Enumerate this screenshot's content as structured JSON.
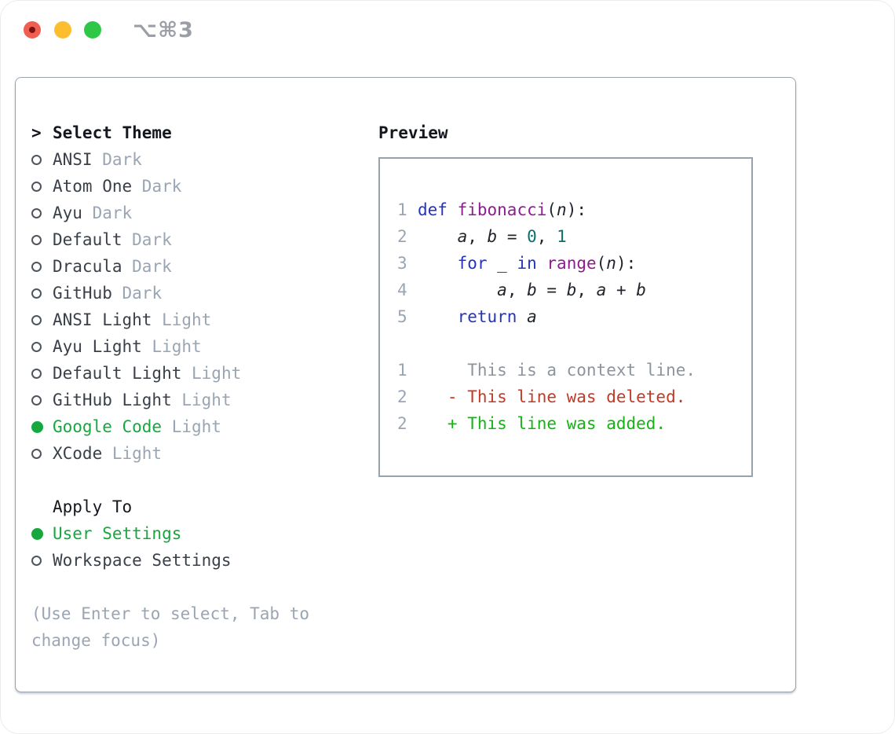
{
  "window": {
    "title": "⌥⌘3",
    "traffic_lights": [
      "close",
      "minimize",
      "zoom"
    ],
    "traffic_colors": {
      "red": "#f05e51",
      "yellow": "#fcbd2e",
      "green": "#2fc748"
    }
  },
  "theme_panel": {
    "header": {
      "marker": ">",
      "label": "Select Theme"
    },
    "themes": [
      {
        "name": "ANSI",
        "variant": "Dark",
        "selected": false
      },
      {
        "name": "Atom One",
        "variant": "Dark",
        "selected": false
      },
      {
        "name": "Ayu",
        "variant": "Dark",
        "selected": false
      },
      {
        "name": "Default",
        "variant": "Dark",
        "selected": false
      },
      {
        "name": "Dracula",
        "variant": "Dark",
        "selected": false
      },
      {
        "name": "GitHub",
        "variant": "Dark",
        "selected": false
      },
      {
        "name": "ANSI Light",
        "variant": "Light",
        "selected": false
      },
      {
        "name": "Ayu Light",
        "variant": "Light",
        "selected": false
      },
      {
        "name": "Default Light",
        "variant": "Light",
        "selected": false
      },
      {
        "name": "GitHub Light",
        "variant": "Light",
        "selected": false
      },
      {
        "name": "Google Code",
        "variant": "Light",
        "selected": true
      },
      {
        "name": "XCode",
        "variant": "Light",
        "selected": false
      }
    ],
    "apply_to": {
      "label": "Apply To",
      "options": [
        {
          "label": "User Settings",
          "selected": true
        },
        {
          "label": "Workspace Settings",
          "selected": false
        }
      ]
    },
    "hint_lines": [
      "(Use Enter to select, Tab to",
      "change focus)"
    ]
  },
  "preview": {
    "title": "Preview",
    "code_lines": [
      {
        "num": "1",
        "tokens": [
          {
            "t": "def",
            "c": "kwd"
          },
          {
            "t": " ",
            "c": "pln"
          },
          {
            "t": "fibonacci",
            "c": "typ"
          },
          {
            "t": "(",
            "c": "pln"
          },
          {
            "t": "n",
            "c": "var"
          },
          {
            "t": "):",
            "c": "pln"
          }
        ]
      },
      {
        "num": "2",
        "tokens": [
          {
            "t": "    ",
            "c": "pln"
          },
          {
            "t": "a",
            "c": "var"
          },
          {
            "t": ", ",
            "c": "pln"
          },
          {
            "t": "b",
            "c": "var"
          },
          {
            "t": " = ",
            "c": "pln"
          },
          {
            "t": "0",
            "c": "lit"
          },
          {
            "t": ", ",
            "c": "pln"
          },
          {
            "t": "1",
            "c": "lit"
          }
        ]
      },
      {
        "num": "3",
        "tokens": [
          {
            "t": "    ",
            "c": "pln"
          },
          {
            "t": "for",
            "c": "kwd"
          },
          {
            "t": " _ ",
            "c": "pln"
          },
          {
            "t": "in",
            "c": "kwd"
          },
          {
            "t": " ",
            "c": "pln"
          },
          {
            "t": "range",
            "c": "typ"
          },
          {
            "t": "(",
            "c": "pln"
          },
          {
            "t": "n",
            "c": "var"
          },
          {
            "t": "):",
            "c": "pln"
          }
        ]
      },
      {
        "num": "4",
        "tokens": [
          {
            "t": "        ",
            "c": "pln"
          },
          {
            "t": "a",
            "c": "var"
          },
          {
            "t": ", ",
            "c": "pln"
          },
          {
            "t": "b",
            "c": "var"
          },
          {
            "t": " = ",
            "c": "pln"
          },
          {
            "t": "b",
            "c": "var"
          },
          {
            "t": ", ",
            "c": "pln"
          },
          {
            "t": "a",
            "c": "var"
          },
          {
            "t": " + ",
            "c": "pln"
          },
          {
            "t": "b",
            "c": "var"
          }
        ]
      },
      {
        "num": "5",
        "tokens": [
          {
            "t": "    ",
            "c": "pln"
          },
          {
            "t": "return",
            "c": "kwd"
          },
          {
            "t": " ",
            "c": "pln"
          },
          {
            "t": "a",
            "c": "var"
          }
        ]
      }
    ],
    "diff_lines": [
      {
        "num": "1",
        "type": "context",
        "text": "     This is a context line."
      },
      {
        "num": "2",
        "type": "deleted",
        "text": "   - This line was deleted."
      },
      {
        "num": "2",
        "type": "added",
        "text": "   + This line was added."
      }
    ]
  },
  "colors": {
    "accent_green": "#16a73e",
    "keyword_blue": "#2334bd",
    "name_purple": "#8e1b92",
    "literal_teal": "#0c6f6a",
    "deleted_red": "#c23a26",
    "added_green": "#13b413",
    "muted_gray": "#9aa5b4",
    "text_dark": "#3a4049",
    "border_gray": "#9aa3ae"
  }
}
